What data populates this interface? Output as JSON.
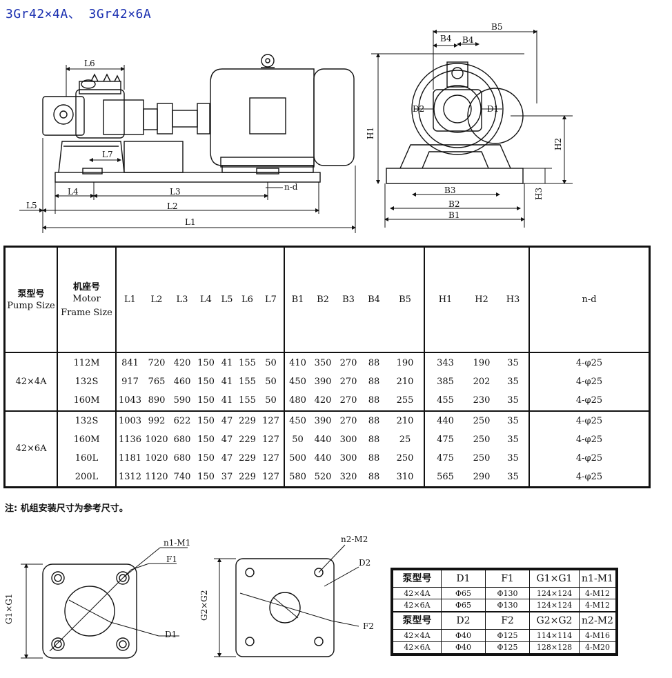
{
  "title": "3Gr42×4A、 3Gr42×6A",
  "drawing_labels": {
    "L6": "L6",
    "L7": "L7",
    "L4": "L4",
    "L3": "L3",
    "L2": "L2",
    "L1": "L1",
    "L5": "L5",
    "nd": "n-d",
    "B4a": "B4",
    "B4b": "B4",
    "B5": "B5",
    "D2": "D2",
    "D1": "D1",
    "H1": "H1",
    "H2": "H2",
    "H3": "H3",
    "B3": "B3",
    "B2": "B2",
    "B1": "B1"
  },
  "flange_labels": {
    "n1m1": "n1-M1",
    "f1": "F1",
    "g1": "G1×G1",
    "d1": "D1",
    "n2m2": "n2-M2",
    "d2": "D2",
    "g2": "G2×G2",
    "f2": "F2"
  },
  "table": {
    "header": {
      "pump_cn": "泵型号",
      "pump_en": "Pump Size",
      "motor_cn": "机座号",
      "motor_en1": "Motor",
      "motor_en2": "Frame Size",
      "cols": [
        "L1",
        "L2",
        "L3",
        "L4",
        "L5",
        "L6",
        "L7",
        "B1",
        "B2",
        "B3",
        "B4",
        "B5",
        "H1",
        "H2",
        "H3",
        "n-d"
      ]
    },
    "groups": [
      {
        "pump": "42×4A",
        "rows": [
          {
            "frame": "112M",
            "v": [
              "841",
              "720",
              "420",
              "150",
              "41",
              "155",
              "50",
              "410",
              "350",
              "270",
              "88",
              "190",
              "343",
              "190",
              "35",
              "4-φ25"
            ]
          },
          {
            "frame": "132S",
            "v": [
              "917",
              "765",
              "460",
              "150",
              "41",
              "155",
              "50",
              "450",
              "390",
              "270",
              "88",
              "210",
              "385",
              "202",
              "35",
              "4-φ25"
            ]
          },
          {
            "frame": "160M",
            "v": [
              "1043",
              "890",
              "590",
              "150",
              "41",
              "155",
              "50",
              "480",
              "420",
              "270",
              "88",
              "255",
              "455",
              "230",
              "35",
              "4-φ25"
            ]
          }
        ]
      },
      {
        "pump": "42×6A",
        "rows": [
          {
            "frame": "132S",
            "v": [
              "1003",
              "992",
              "622",
              "150",
              "47",
              "229",
              "127",
              "450",
              "390",
              "270",
              "88",
              "210",
              "440",
              "250",
              "35",
              "4-φ25"
            ]
          },
          {
            "frame": "160M",
            "v": [
              "1136",
              "1020",
              "680",
              "150",
              "47",
              "229",
              "127",
              "50",
              "440",
              "300",
              "88",
              "25",
              "475",
              "250",
              "35",
              "4-φ25"
            ]
          },
          {
            "frame": "160L",
            "v": [
              "1181",
              "1020",
              "680",
              "150",
              "47",
              "229",
              "127",
              "500",
              "440",
              "300",
              "88",
              "250",
              "475",
              "250",
              "35",
              "4-φ25"
            ]
          },
          {
            "frame": "200L",
            "v": [
              "1312",
              "1120",
              "740",
              "150",
              "37",
              "229",
              "127",
              "580",
              "520",
              "320",
              "88",
              "310",
              "565",
              "290",
              "35",
              "4-φ25"
            ]
          }
        ]
      }
    ]
  },
  "note": "注:  机组安装尺寸为参考尺寸。",
  "small_table": {
    "header1": [
      "泵型号",
      "D1",
      "F1",
      "G1×G1",
      "n1-M1"
    ],
    "rows1": [
      [
        "42×4A",
        "Φ65",
        "Φ130",
        "124×124",
        "4-M12"
      ],
      [
        "42×6A",
        "Φ65",
        "Φ130",
        "124×124",
        "4-M12"
      ]
    ],
    "header2": [
      "泵型号",
      "D2",
      "F2",
      "G2×G2",
      "n2-M2"
    ],
    "rows2": [
      [
        "42×4A",
        "Φ40",
        "Φ125",
        "114×114",
        "4-M16"
      ],
      [
        "42×6A",
        "Φ40",
        "Φ125",
        "128×128",
        "4-M20"
      ]
    ]
  }
}
